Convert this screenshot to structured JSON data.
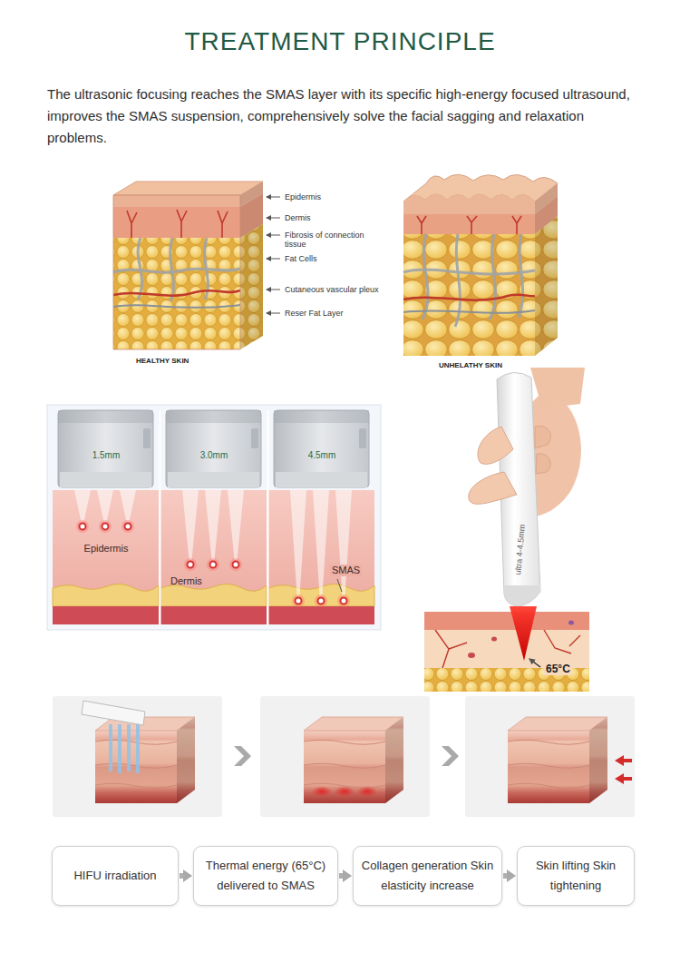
{
  "diagram": {
    "title": "TREATMENT PRINCIPLE",
    "nodes": [
      {
        "text": [
          "HIFU irradiation"
        ]
      },
      {
        "text": [
          "Thermal energy (65°C) delivered to SMAS"
        ]
      },
      {
        "text": [
          "Collagen generation Skin elasticity increase"
        ]
      },
      {
        "text": [
          "Skin lifting Skin tightening"
        ]
      }
    ],
    "edges": [
      {
        "from": 0,
        "to": 1,
        "arrow": "to"
      },
      {
        "from": 1,
        "to": 2,
        "arrow": "to"
      },
      {
        "from": 2,
        "to": 3,
        "arrow": "to"
      }
    ],
    "labels": [
      "The ultrasonic focusing reaches the SMAS layer with its specific high-energy focused ultrasound, improves the SMAS suspension, comprehensively solve the facial sagging and relaxation problems.",
      "Epidermis",
      "Dermis",
      "Fibrosis of connection tissue",
      "Fat Cells",
      "Cutaneous vascular pleux",
      "Reser Fat Layer",
      "HEALTHY SKIN",
      "UNHELATHY SKIN",
      "1.5mm",
      "3.0mm",
      "4.5mm",
      "Epidermis",
      "Dermis",
      "SMAS",
      "ultra 4-4.5mm",
      "65°C"
    ]
  }
}
